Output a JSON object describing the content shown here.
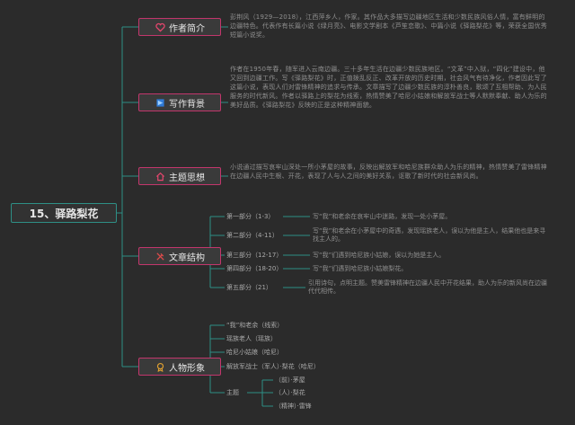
{
  "root": {
    "label": "15、驿路梨花"
  },
  "branches": [
    {
      "label": "作者简介",
      "icon": "heart-icon",
      "color": "#c2366c"
    },
    {
      "label": "写作背景",
      "icon": "flag-icon",
      "color": "#2f7ad6"
    },
    {
      "label": "主题思想",
      "icon": "home-icon",
      "color": "#c2366c"
    },
    {
      "label": "文章结构",
      "icon": "tools-icon",
      "color": "#e04b4b"
    },
    {
      "label": "人物形象",
      "icon": "medal-icon",
      "color": "#e0a030"
    }
  ],
  "author_text": "彭荆风（1929—2018），江西萍乡人，作家。其作品大多描写边疆地区生活和少数民族风俗人情，富有鲜明的边疆特色。代表作有长篇小说《绿月亮》、电影文学剧本《芦笙恋歌》、中篇小说《驿路梨花》等，荣获全国优秀短篇小说奖。",
  "background_text": "作者在1950年春，随军进入云南边疆。三十多年生活在边疆少数民族地区。“文革”中入狱，“四化”建设中，他又回到边疆工作。写《驿路梨花》时，正值拨乱反正、改革开放的历史时期，社会风气有待净化，作者因此写了这篇小说，表现人们对雷锋精神的追求与传承。文章描写了边疆少数民族的淳朴善良，歌颂了互相帮助、为人民服务的时代新风。作者以驿路上的梨花为线索，热情赞美了哈尼小姑娘和解放军战士等人默默奉献、助人为乐的美好品质。《驿路梨花》反映的正是这种精神面貌。",
  "theme_text": "小说通过描写哀牢山深处一所小茅屋的故事，反映出解放军和哈尼族群众助人为乐的精神，热情赞美了雷锋精神在边疆人民中生根、开花，表现了人与人之间的美好关系，讴歌了新时代的社会新风尚。",
  "structure": [
    {
      "label": "第一部分（1-3）",
      "desc": "写“我”和老余在哀牢山中迷路，发现一处小茅屋。"
    },
    {
      "label": "第二部分（4-11）",
      "desc": "写“我”和老余在小茅屋中的奇遇，发现瑶族老人，误以为他是主人，结果他也是来寻找主人的。"
    },
    {
      "label": "第三部分（12-17）",
      "desc": "写“我”们遇到哈尼族小姑娘，误以为她是主人。"
    },
    {
      "label": "第四部分（18-20）",
      "desc": "写“我”们遇到哈尼族小姑娘梨花。"
    },
    {
      "label": "第五部分（21）",
      "desc": "引用诗句，点明主题。赞美雷锋精神在边疆人民中开花结果，助人为乐的新风尚在边疆代代相传。"
    }
  ],
  "characters": [
    {
      "label": "“我”和老余（线索）"
    },
    {
      "label": "瑶族老人（瑶族）"
    },
    {
      "label": "哈尼小姑娘（哈尼）"
    },
    {
      "label": "解放军战士（军人）·梨花（哈尼）"
    },
    {
      "label": "主题",
      "children": [
        {
          "label": "（前）·茅屋"
        },
        {
          "label": "（人）·梨花"
        },
        {
          "label": "（精神）·雷锋"
        }
      ]
    }
  ]
}
